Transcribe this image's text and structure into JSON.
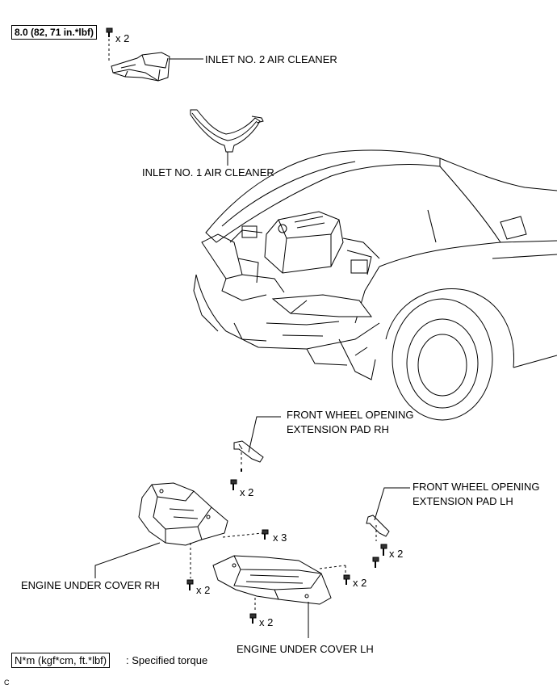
{
  "torque_spec": "8.0 (82, 71 in.*lbf)",
  "labels": {
    "inlet_no2": "INLET NO. 2 AIR CLEANER",
    "inlet_no1": "INLET NO. 1 AIR CLEANER",
    "pad_rh_line1": "FRONT WHEEL OPENING",
    "pad_rh_line2": "EXTENSION PAD RH",
    "pad_lh_line1": "FRONT WHEEL OPENING",
    "pad_lh_line2": "EXTENSION PAD LH",
    "engine_cover_rh": "ENGINE UNDER COVER RH",
    "engine_cover_lh": "ENGINE UNDER COVER LH"
  },
  "quantities": {
    "inlet_bolts": "x 2",
    "pad_rh_bolts": "x 2",
    "pad_lh_bolts": "x 2",
    "cover_center_bolts": "x 3",
    "cover_rh_bolts": "x 2",
    "cover_lh_side_bolts": "x 2",
    "cover_lh_bottom_bolts": "x 2"
  },
  "legend": {
    "box": "N*m (kgf*cm, ft.*lbf)",
    "text": ": Specified torque"
  },
  "figure_code": "C"
}
